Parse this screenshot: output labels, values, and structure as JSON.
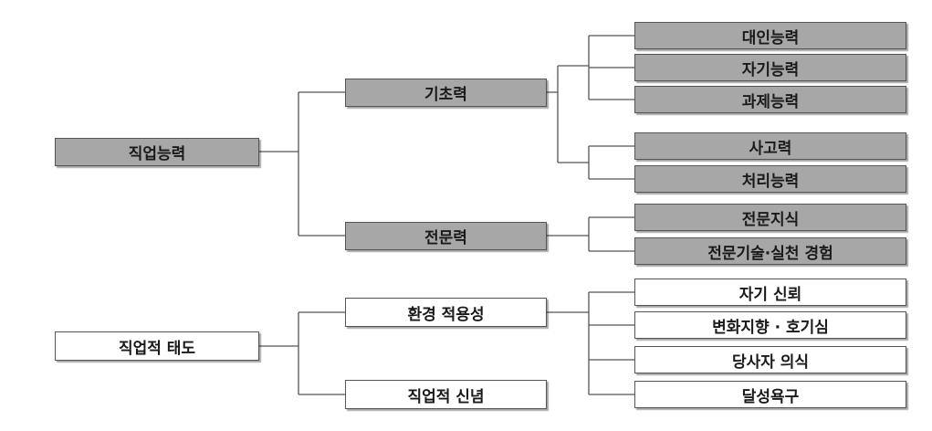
{
  "competency_tree": {
    "root": "직업능력",
    "basic": {
      "label": "기초력",
      "children": [
        "대인능력",
        "자기능력",
        "과제능력",
        "사고력",
        "처리능력"
      ]
    },
    "professional": {
      "label": "전문력",
      "children": [
        "전문지식",
        "전문기술·실천 경험"
      ]
    }
  },
  "attitude_tree": {
    "root": "직업적 태도",
    "adaptability": {
      "label": "환경 적용성",
      "children": [
        "자기 신뢰",
        "변화지향 · 호기심",
        "당사자 의식",
        "달성욕구"
      ]
    },
    "belief": {
      "label": "직업적 신념"
    }
  },
  "colors": {
    "filled_box": "#a7a7a7",
    "empty_box": "#ffffff",
    "line": "#555555"
  }
}
